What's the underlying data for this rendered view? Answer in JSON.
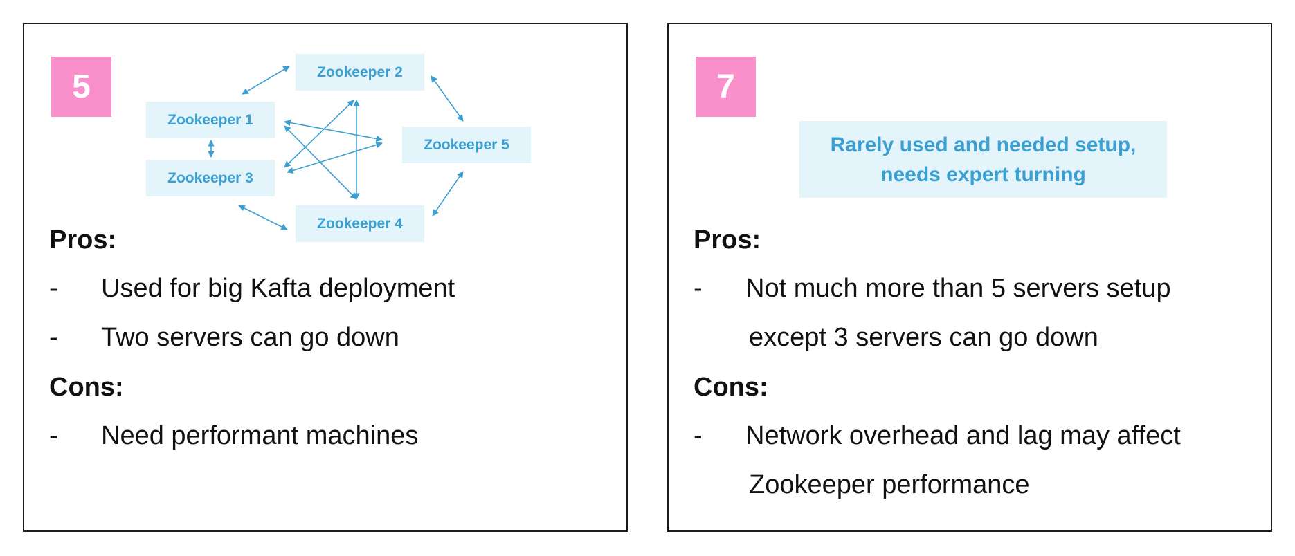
{
  "left": {
    "badge": "5",
    "zookeepers": [
      "Zookeeper 1",
      "Zookeeper 2",
      "Zookeeper 3",
      "Zookeeper 4",
      "Zookeeper 5"
    ],
    "pros_heading": "Pros:",
    "pros": [
      "Used for big Kafta deployment",
      "Two servers can go down"
    ],
    "cons_heading": "Cons:",
    "cons": [
      "Need performant machines"
    ]
  },
  "right": {
    "badge": "7",
    "note": "Rarely used and needed setup, needs expert turning",
    "pros_heading": "Pros:",
    "pros": [
      {
        "line1": "Not much more than 5 servers setup",
        "line2": "except 3 servers can go down"
      }
    ],
    "cons_heading": "Cons:",
    "cons": [
      {
        "line1": "Network overhead and lag may affect",
        "line2": "Zookeeper performance"
      }
    ]
  },
  "bullet_marker": "-",
  "colors": {
    "badge": "#f98fcb",
    "box_fill": "#e3f4fb",
    "box_text": "#3b9fd1",
    "arrow": "#3b9fd1",
    "border": "#1a1a1a"
  }
}
